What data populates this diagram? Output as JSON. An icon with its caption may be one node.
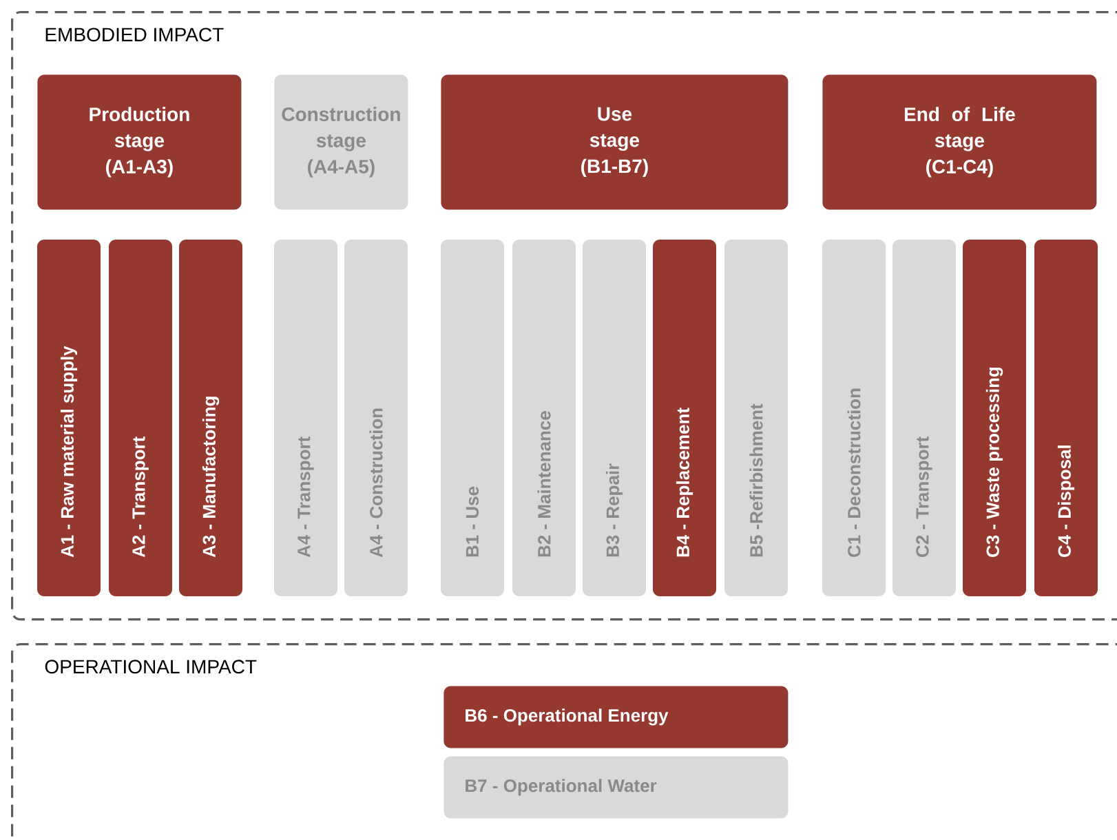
{
  "diagram": {
    "nodes": [
      {
        "text": [
          "EMBODIED IMPACT"
        ]
      },
      {
        "text": [
          "Production stage (A1-A3)"
        ],
        "in": 0
      },
      {
        "text": [
          "Construction stage (A4-A5)"
        ],
        "in": 0
      },
      {
        "text": [
          "Use stage (B1-B7)"
        ],
        "in": 0
      },
      {
        "text": [
          "End of Life stage (C1-C4)"
        ],
        "in": 0
      },
      {
        "text": [
          "A1 - Raw material supply"
        ],
        "in": 0
      },
      {
        "text": [
          "A2 - Transport"
        ],
        "in": 0
      },
      {
        "text": [
          "A3 - Manufactoring"
        ],
        "in": 0
      },
      {
        "text": [
          "A4 - Transport"
        ],
        "in": 0
      },
      {
        "text": [
          "A4 - Construction"
        ],
        "in": 0
      },
      {
        "text": [
          "B1 - Use"
        ],
        "in": 0
      },
      {
        "text": [
          "B2 - Maintenance"
        ],
        "in": 0
      },
      {
        "text": [
          "B3 - Repair"
        ],
        "in": 0
      },
      {
        "text": [
          "B4 - Replacement"
        ],
        "in": 0
      },
      {
        "text": [
          "B5 -Refirbishment"
        ],
        "in": 0
      },
      {
        "text": [
          "C1 - Deconstruction"
        ],
        "in": 0
      },
      {
        "text": [
          "C2 - Transport"
        ],
        "in": 0
      },
      {
        "text": [
          "C3 - Waste processing"
        ],
        "in": 0
      },
      {
        "text": [
          "C4 - Disposal"
        ],
        "in": 0
      },
      {
        "text": [
          "OPERATIONAL IMPACT"
        ]
      },
      {
        "text": [
          "B6 - Operational Energy"
        ],
        "in": 19
      },
      {
        "text": [
          "B7 - Operational Water"
        ],
        "in": 19
      }
    ]
  }
}
